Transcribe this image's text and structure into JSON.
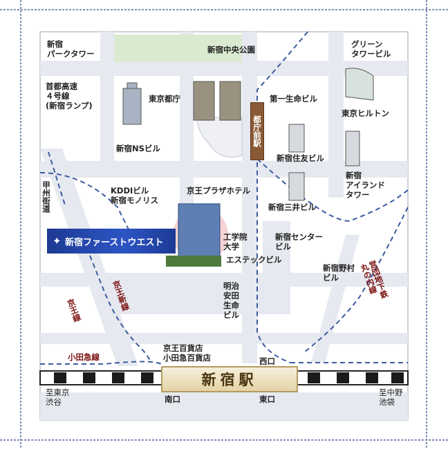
{
  "map": {
    "labels": {
      "park_tower": "新宿\nパークタワー",
      "chuo_koen": "新宿中央公園",
      "green_tower": "グリーン\nタワービル",
      "expressway": "首都高速\n４号線\n(新宿ランプ)",
      "tocho": "東京都庁",
      "daiichi_seimei": "第一生命ビル",
      "tokyo_hilton": "東京ヒルトン",
      "ns_building": "新宿NSビル",
      "sumitomo": "新宿住友ビル",
      "island_tower": "新宿\nアイランド\nタワー",
      "kddi": "KDDIビル\n新宿モノリス",
      "keio_plaza": "京王プラザホテル",
      "mitsui": "新宿三井ビル",
      "kogakuin": "工学院\n大学",
      "center_building": "新宿センター\nビル",
      "estec": "エステックビル",
      "nomura": "新宿野村\nビル",
      "meiji_yasuda": "明治\n安田\n生命\nビル",
      "keio_dept": "京王百貨店\n小田急百貨店",
      "west_exit": "西口",
      "south_exit": "南口",
      "east_exit": "東口",
      "to_tokyo": "至東京\n渋谷",
      "to_nakano": "至中野\n池袋"
    },
    "rail_labels": {
      "koshu_kaido": "甲州街道",
      "keio_shinsen": "京王新線",
      "keio_line": "京王線",
      "odakyu": "小田急線",
      "marunouchi": "営団地下鉄\n丸の内線"
    },
    "tocho_station": "都庁前駅",
    "highlight": "新宿ファーストウエスト",
    "station": "新宿駅",
    "colors": {
      "road": "#e6e9ef",
      "rail_dash": "#3b5aa0",
      "park": "#d9ead0",
      "banner": "#2c55c4",
      "rail_label": "#7a1010"
    }
  }
}
